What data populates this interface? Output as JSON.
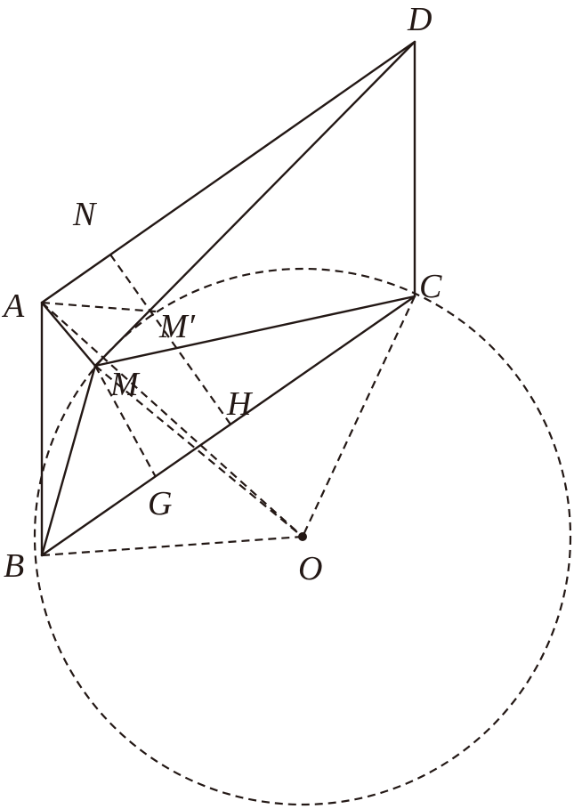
{
  "diagram": {
    "labels": {
      "D": "D",
      "N": "N",
      "A": "A",
      "C": "C",
      "M_prime": "M′",
      "M": "M",
      "H": "H",
      "G": "G",
      "B": "B",
      "O": "O"
    },
    "stroke_color": "#231815"
  }
}
